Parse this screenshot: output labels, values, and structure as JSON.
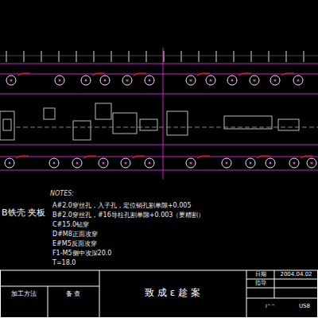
{
  "diagram": {
    "labels": [
      "NOTES:",
      "B铁壳  夹板",
      "A#2.0穿丝孔，入子孔，定位销孔割单隙+0.005",
      "B#2.0穿丝孔，#16导柱孔割单隙+0.003（要精割）",
      "C#15.0钻穿",
      "D#M8正面攻穿",
      "E#M5反面攻穿",
      "F1-M5侧中攻深20.0",
      "T=18.0",
      "日期",
      "2004.04.02",
      "指导",
      "加工方法",
      "备 查",
      "致 成 ε 趁 案",
      "I^^",
      "US8"
    ]
  }
}
